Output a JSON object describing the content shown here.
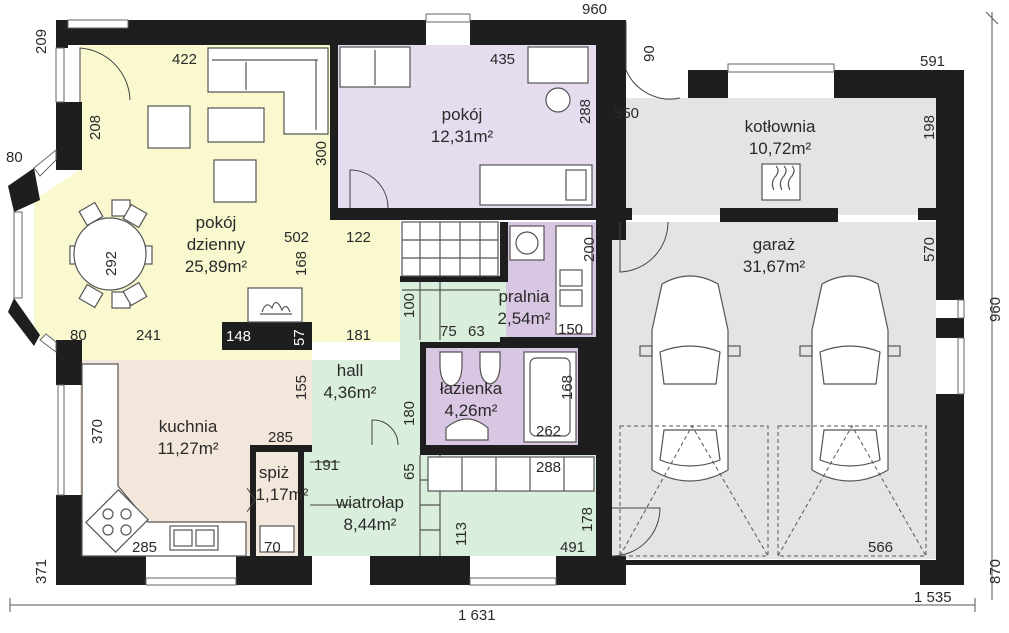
{
  "rooms": {
    "pokoj_dzienny": {
      "name1": "pokój",
      "name2": "dzienny",
      "area": "25,89m²"
    },
    "pokoj": {
      "name": "pokój",
      "area": "12,31m²"
    },
    "kotlownia": {
      "name": "kotłownia",
      "area": "10,72m²"
    },
    "garaz": {
      "name": "garaż",
      "area": "31,67m²"
    },
    "pralnia": {
      "name": "pralnia",
      "area": "2,54m²"
    },
    "hall": {
      "name": "hall",
      "area": "4,36m²"
    },
    "lazienka": {
      "name": "łazienka",
      "area": "4,26m²"
    },
    "kuchnia": {
      "name": "kuchnia",
      "area": "11,27m²"
    },
    "spiz": {
      "name": "spiż",
      "area": "1,17m²"
    },
    "wiatrolap": {
      "name": "wiatrołap",
      "area": "8,44m²"
    }
  },
  "dims": {
    "d209": "209",
    "d960_top": "960",
    "d591": "591",
    "d422": "422",
    "d435": "435",
    "d90": "90",
    "d208": "208",
    "d288_pokoj": "288",
    "d550": "550",
    "d198": "198",
    "d80_top": "80",
    "d300": "300",
    "d502": "502",
    "d122": "122",
    "d168_living": "168",
    "d292": "292",
    "d200": "200",
    "d570": "570",
    "d960_right": "960",
    "d100": "100",
    "d75": "75",
    "d63": "63",
    "d150": "150",
    "d80_bottom": "80",
    "d241": "241",
    "d148": "148",
    "d57": "57",
    "d181": "181",
    "d155": "155",
    "d168_bath": "168",
    "d370": "370",
    "d180": "180",
    "d262": "262",
    "d285_top": "285",
    "d191": "191",
    "d65": "65",
    "d288_bottom": "288",
    "d113": "113",
    "d178": "178",
    "d491": "491",
    "d285_bottom": "285",
    "d70": "70",
    "d566": "566",
    "d371": "371",
    "d870": "870",
    "d1631": "1 631",
    "d1535": "1 535"
  },
  "colors": {
    "living": "#f9f8cf",
    "bedroom": "#e5dcef",
    "boiler": "#e3e5e4",
    "garage": "#e3e5e4",
    "laundry": "#d8c6e2",
    "hall": "#d9eedc",
    "bathroom": "#d8c6e2",
    "kitchen": "#f3e6db",
    "pantry": "#f3e6db",
    "vestibule": "#d9eedc",
    "wall": "#1e1e1e"
  },
  "icons": {
    "fireplace": "fireplace-icon",
    "boiler": "boiler-icon",
    "car": "car-icon"
  }
}
